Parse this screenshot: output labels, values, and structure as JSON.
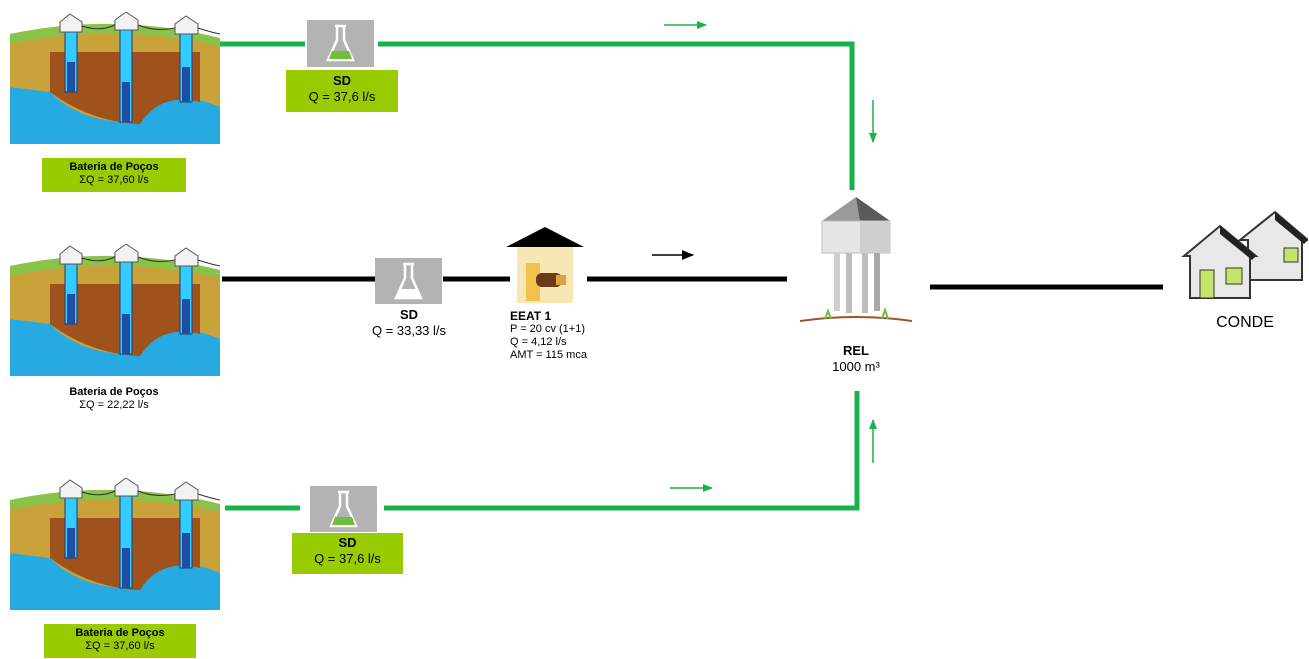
{
  "wells": [
    {
      "title": "Bateria de Poços",
      "flow": "ΣQ = 37,60 l/s"
    },
    {
      "title": "Bateria de Poços",
      "flow": "ΣQ = 22,22 l/s"
    },
    {
      "title": "Bateria de Poços",
      "flow": "ΣQ = 37,60 l/s"
    }
  ],
  "sd": [
    {
      "title": "SD",
      "flow": "Q = 37,6 l/s"
    },
    {
      "title": "SD",
      "flow": "Q = 33,33 l/s"
    },
    {
      "title": "SD",
      "flow": "Q = 37,6 l/s"
    }
  ],
  "eeat": {
    "title": "EEAT 1",
    "power": "P = 20 cv (1+1)",
    "flow": "Q = 4,12 l/s",
    "amt": "AMT = 115 mca"
  },
  "rel": {
    "title": "REL",
    "volume": "1000 m³"
  },
  "destination": {
    "name": "CONDE"
  },
  "colors": {
    "green_pipe": "#18b24b",
    "black_pipe": "#000000",
    "label_bg": "#99cc00",
    "flask_box": "#b3b3b3"
  },
  "icons": [
    "well-battery-icon",
    "flask-icon",
    "pump-station-icon",
    "water-tower-icon",
    "houses-icon",
    "arrow-icon"
  ]
}
